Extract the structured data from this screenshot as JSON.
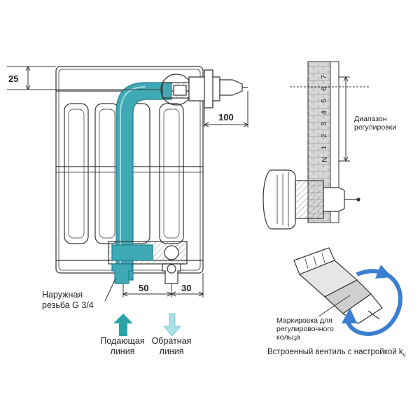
{
  "dimensions": {
    "top_offset": "25",
    "side_offset": "100",
    "spacing_a": "50",
    "spacing_b": "30"
  },
  "labels": {
    "thread": "Наружная резьба G 3/4",
    "supply": "Подающая линия",
    "return": "Обратная линия",
    "range": "Диапазон регулировки",
    "marking": "Маркировка для регулировочного кольца",
    "caption": "Встроенный вентиль с настройкой k",
    "caption_sub": "v"
  },
  "scale_ticks": [
    "N",
    "1",
    "2",
    "3",
    "4",
    "5",
    "6",
    "7"
  ],
  "colors": {
    "pipe": "#3fa9b5",
    "pipe_dark": "#1f7f8c",
    "supply_arrow": "#2aa3a8",
    "return_arrow": "#a8e0e6",
    "rotation_arrow": "#3b7fd1",
    "line": "#333333",
    "hatch": "#8a8a8a"
  }
}
